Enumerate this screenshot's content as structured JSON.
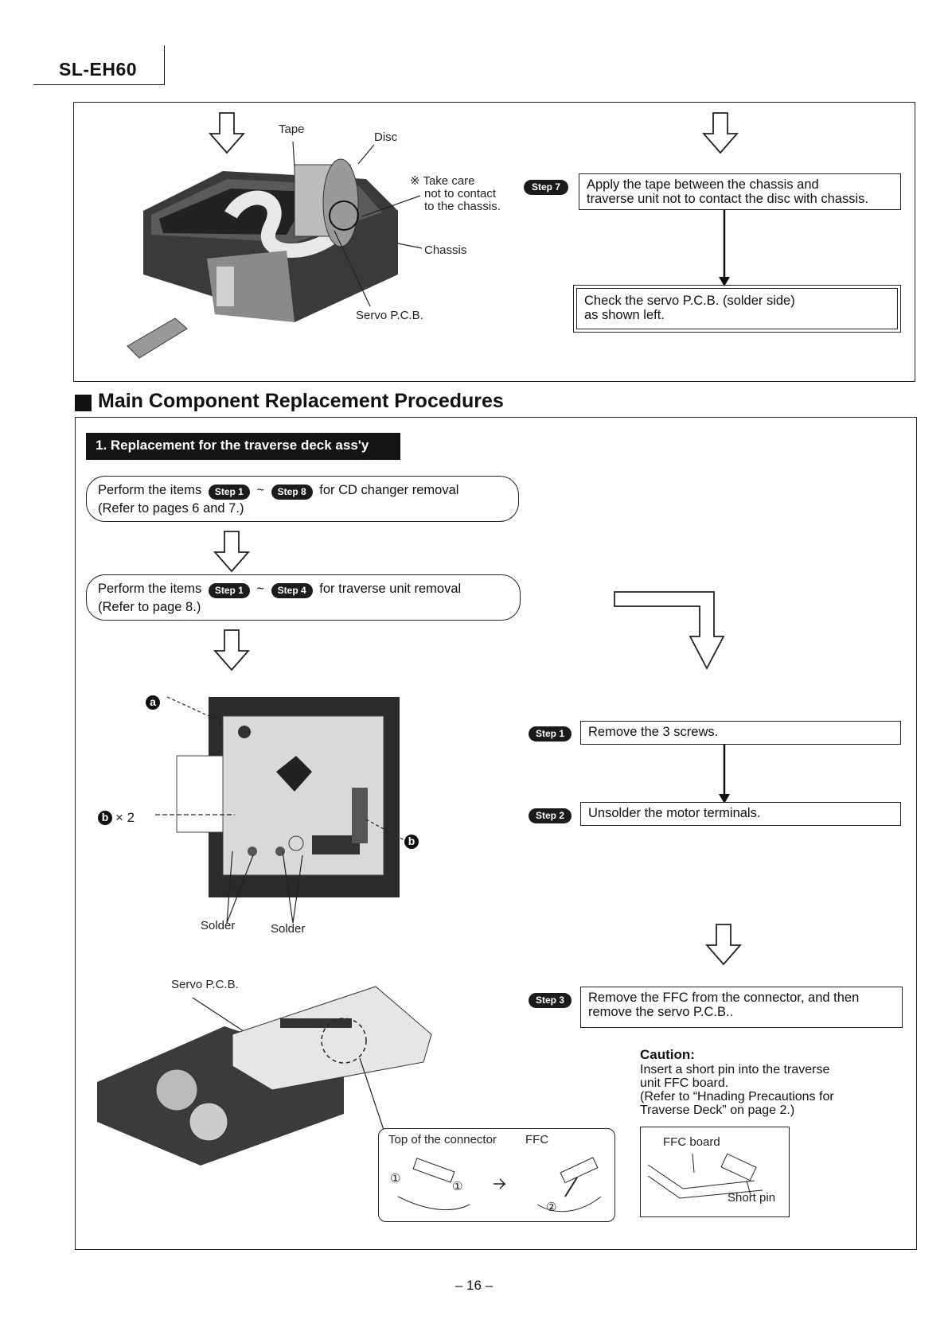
{
  "header": {
    "model": "SL-EH60"
  },
  "top_panel": {
    "labels": {
      "tape": "Tape",
      "disc": "Disc",
      "take_care": [
        "※ Take care",
        "not to contact",
        "to the chassis."
      ],
      "chassis": "Chassis",
      "servo_pcb": "Servo P.C.B."
    },
    "step7": {
      "badge": "Step 7",
      "text": [
        "Apply the tape between the chassis and",
        "traverse unit not to contact the disc with chassis."
      ]
    },
    "check_box": [
      "Check the servo P.C.B. (solder side)",
      "as shown left."
    ]
  },
  "section": {
    "title": "Main Component Replacement Procedures",
    "banner": "1. Replacement for the traverse deck ass'y",
    "pill1": {
      "lead": "Perform the items",
      "badge_from": "Step 1",
      "tilde": "~",
      "badge_to": "Step 8",
      "tail": "for CD changer removal",
      "ref": "(Refer to pages 6 and 7.)"
    },
    "pill2": {
      "lead": "Perform the items",
      "badge_from": "Step 1",
      "tilde": "~",
      "badge_to": "Step 4",
      "tail": "for traverse unit removal",
      "ref": "(Refer to page 8.)"
    },
    "board_labels": {
      "a": "a",
      "b_x2": "× 2",
      "b": "b",
      "b_left": "b",
      "solder1": "Solder",
      "solder2": "Solder",
      "servo_pcb": "Servo P.C.B."
    },
    "steps": [
      {
        "badge": "Step 1",
        "text": [
          "Remove the 3 screws."
        ]
      },
      {
        "badge": "Step 2",
        "text": [
          "Unsolder the motor terminals."
        ]
      },
      {
        "badge": "Step 3",
        "text": [
          "Remove the FFC from the connector, and then",
          "remove the servo P.C.B.."
        ]
      }
    ],
    "caution": {
      "title": "Caution:",
      "lines": [
        "Insert a short pin into the traverse",
        "unit FFC board.",
        "(Refer to “Hnading Precautions for",
        "Traverse Deck” on page 2.)"
      ]
    },
    "connector_box": {
      "top_label": "Top of the connector",
      "ffc": "FFC",
      "mark1a": "①",
      "mark1b": "①",
      "mark2": "②"
    },
    "ffc_box": {
      "ffc_board": "FFC board",
      "short_pin": "Short pin"
    }
  },
  "footer": {
    "page": "– 16 –"
  }
}
